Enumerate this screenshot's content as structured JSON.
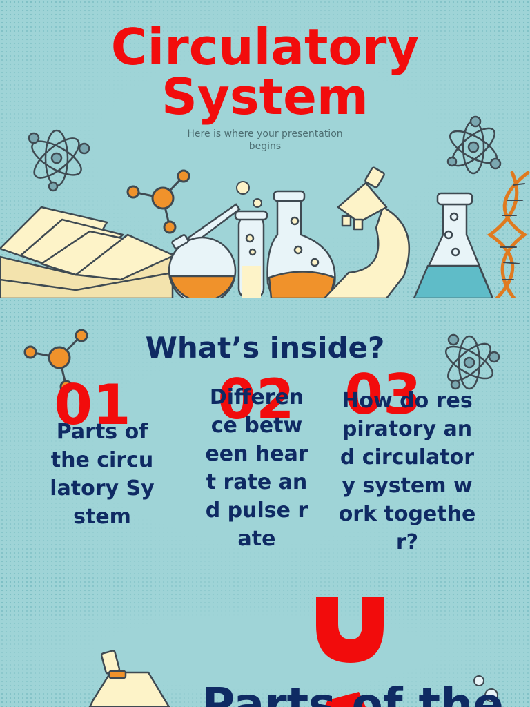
{
  "slide1": {
    "title_line1": "Circulatory",
    "title_line2": "System",
    "subtitle": "Here is where your presentation begins"
  },
  "slide2": {
    "heading": "What’s inside?",
    "items": [
      {
        "number": "01",
        "text": "Parts of the circulatory System"
      },
      {
        "number": "02",
        "text": "Difference between heart rate and pulse rate"
      },
      {
        "number": "03",
        "text": "How do respiratory and circulatory system work together?"
      }
    ]
  },
  "slide3": {
    "title": "Parts of the"
  },
  "colors": {
    "background": "#9fd4d7",
    "title_red": "#f20c0c",
    "navy": "#0f2a63",
    "orange": "#f0922b",
    "cream": "#fdf3c8",
    "outline": "#3f4a52"
  },
  "icons": [
    "atom-icon",
    "molecule-icon",
    "book-icon",
    "flask-icon",
    "test-tube-icon",
    "microscope-icon",
    "dna-icon"
  ]
}
